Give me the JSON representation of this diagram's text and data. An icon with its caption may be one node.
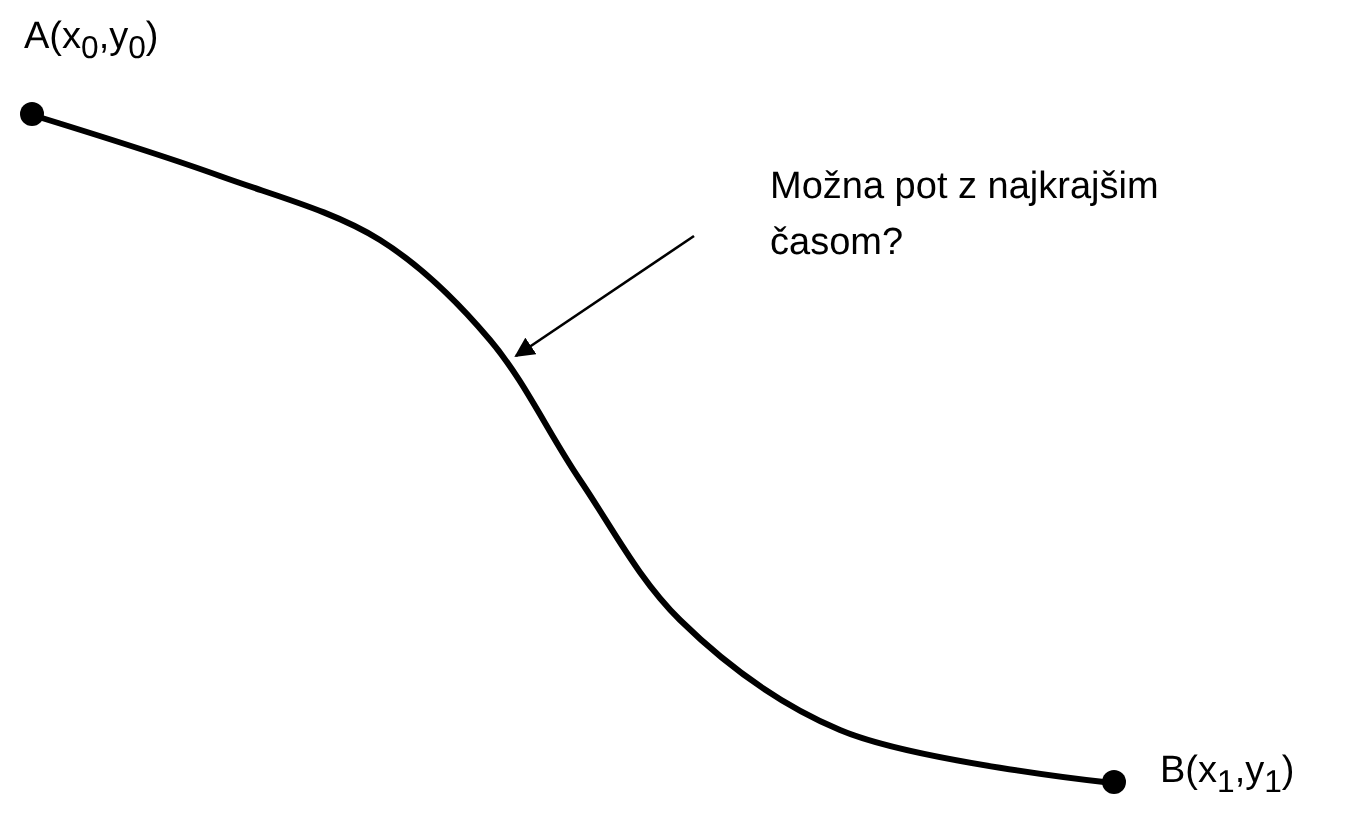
{
  "diagram": {
    "nodes": [
      {
        "text": [],
        "shape": "circle",
        "beside": [
          "A(x$_{0}$,y$_{0}$)"
        ]
      },
      {
        "text": [],
        "shape": "circle",
        "beside": [
          "B(x$_{1}$,y$_{1}$)"
        ]
      },
      {
        "text": [
          "Možna pot z najkrajšim časom?"
        ]
      }
    ],
    "edges": [
      {
        "from": 0,
        "to": 1,
        "arrow": "none",
        "style": "thick"
      },
      {
        "from": 2,
        "to": null,
        "arrow": "to"
      }
    ]
  }
}
